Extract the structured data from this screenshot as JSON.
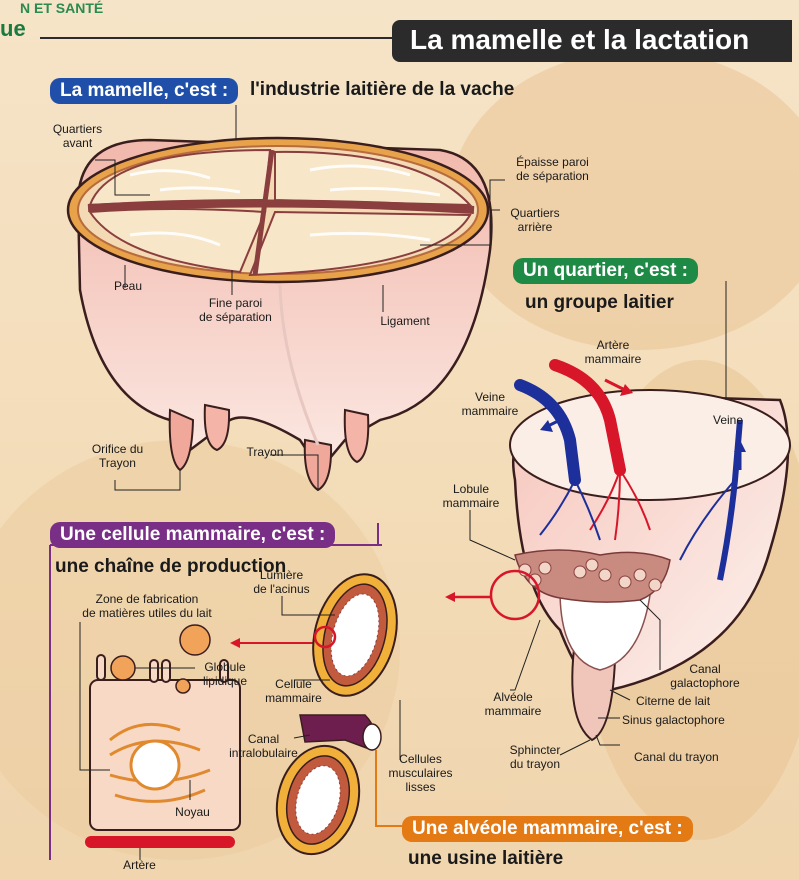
{
  "header": {
    "section_top": "N ET SANTÉ",
    "section_left": "ue",
    "title": "La mamelle et la lactation"
  },
  "section_mamelle": {
    "pill": "La mamelle, c'est :",
    "subtitle": "l'industrie laitière de la vache",
    "labels": {
      "quartiers_avant": "Quartiers\navant",
      "epaisse_paroi": "Épaisse paroi\nde séparation",
      "quartiers_arriere": "Quartiers\narrière",
      "peau": "Peau",
      "fine_paroi": "Fine paroi\nde séparation",
      "ligament": "Ligament",
      "orifice": "Orifice du\nTrayon",
      "trayon": "Trayon"
    }
  },
  "section_quartier": {
    "pill": "Un quartier, c'est :",
    "subtitle": "un groupe laitier",
    "labels": {
      "artere_mammaire": "Artère\nmammaire",
      "veine_mammaire": "Veine\nmammaire",
      "veine": "Veine",
      "lobule_mammaire": "Lobule\nmammaire",
      "canal_galactophore": "Canal\ngalactophore",
      "citerne": "Citerne de lait",
      "sinus": "Sinus galactophore",
      "alveole_mammaire": "Alvéole\nmammaire",
      "sphincter": "Sphincter\ndu trayon",
      "canal_trayon": "Canal du trayon"
    }
  },
  "section_cellule": {
    "pill": "Une cellule mammaire, c'est :",
    "subtitle": "une chaîne de production",
    "labels": {
      "zone_fabrication": "Zone  de fabrication\nde matières utiles du lait",
      "globule": "Globule\nlipidique",
      "noyau": "Noyau",
      "artere": "Artère"
    }
  },
  "section_alveole": {
    "pill": "Une alvéole mammaire, c'est :",
    "subtitle": "une usine laitière",
    "labels": {
      "lumiere_acinus": "Lumière\nde l'acinus",
      "cellule_mammaire": "Cellule\nmammaire",
      "canal_intralobulaire": "Canal\nintralobulaire",
      "cellules_musculaires": "Cellules\nmusculaires\nlisses"
    }
  },
  "colors": {
    "blue": "#1f4fa8",
    "green": "#1f8a45",
    "purple": "#7a2f86",
    "orange": "#e47a14",
    "artery_red": "#d8162a",
    "vein_blue": "#1d2f9a",
    "title_bg": "#2b2b2b"
  }
}
